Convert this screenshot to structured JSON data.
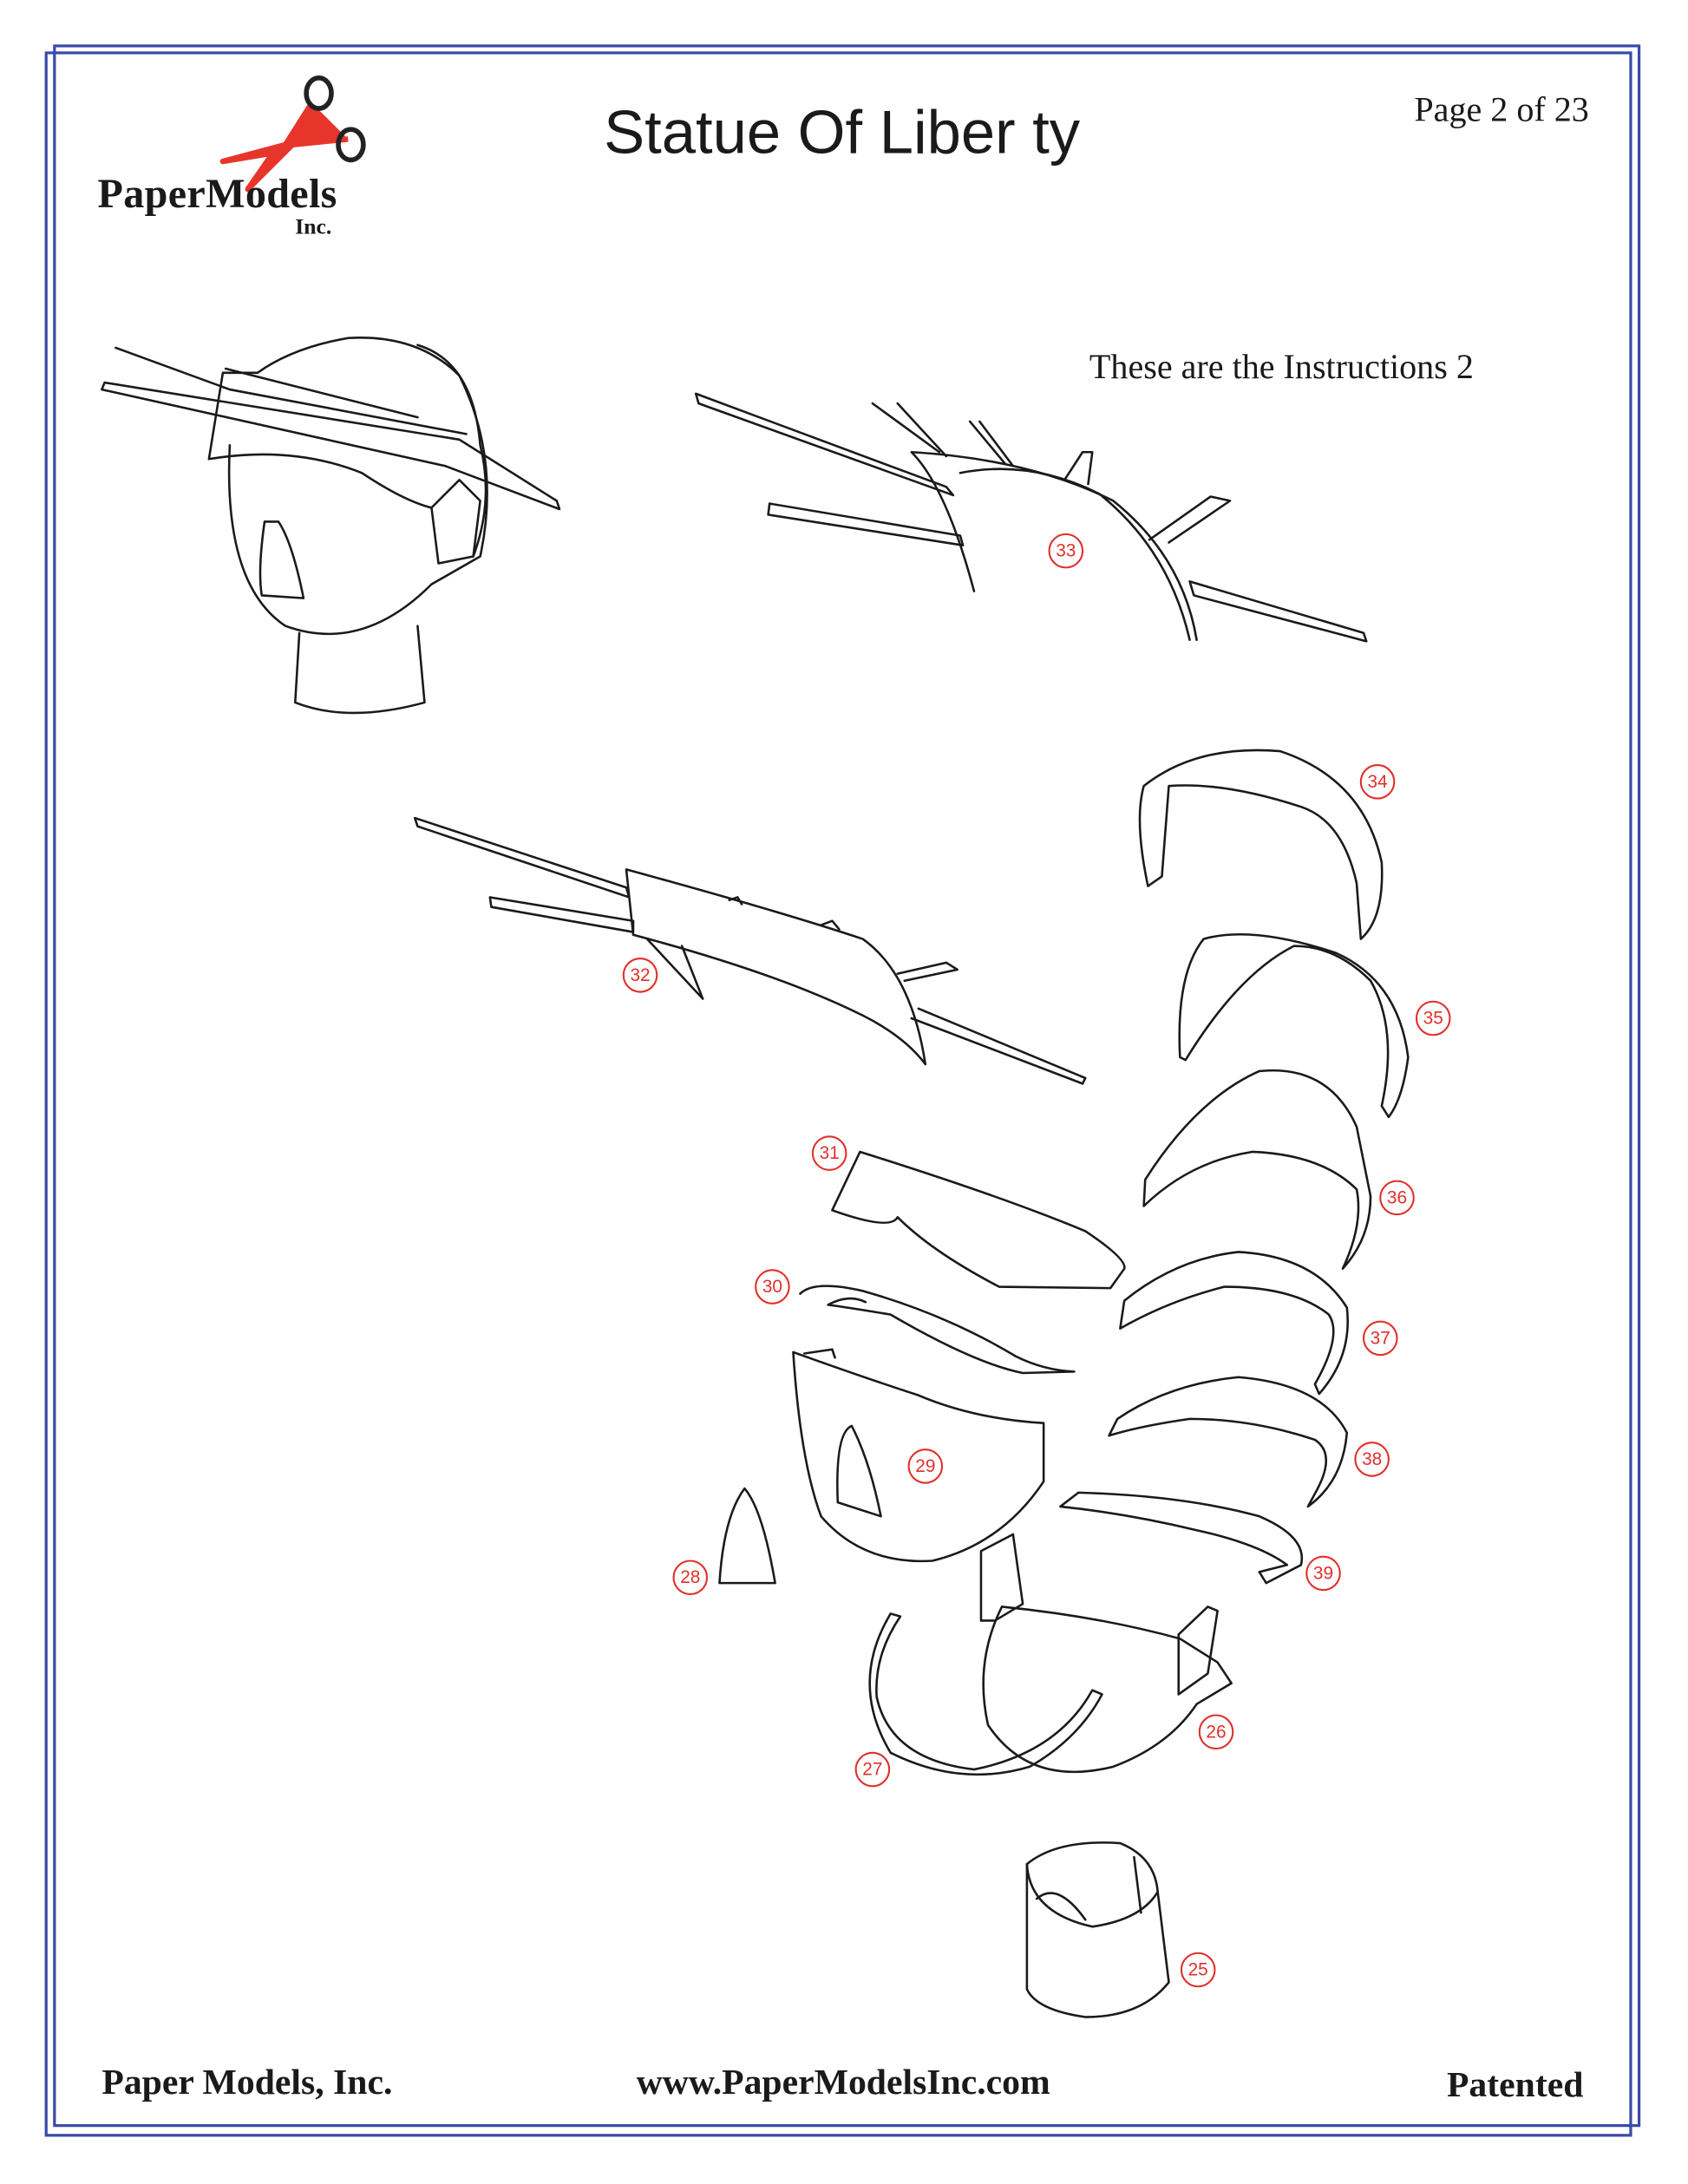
{
  "header": {
    "title": "Statue Of Liber ty",
    "page_indicator": "Page 2 of 23",
    "logo_text": "PaperModels",
    "logo_sub": "Inc."
  },
  "main": {
    "instructions_text": "These are the Instructions 2",
    "part_labels": [
      "25",
      "26",
      "27",
      "28",
      "29",
      "30",
      "31",
      "32",
      "33",
      "34",
      "35",
      "36",
      "37",
      "38",
      "39"
    ]
  },
  "footer": {
    "company": "Paper Models, Inc.",
    "website": "www.PaperModelsInc.com",
    "patent": "Patented"
  },
  "colors": {
    "border": "#3a4aa8",
    "label": "#e0302a",
    "logo_scissors": "#e8352b"
  }
}
